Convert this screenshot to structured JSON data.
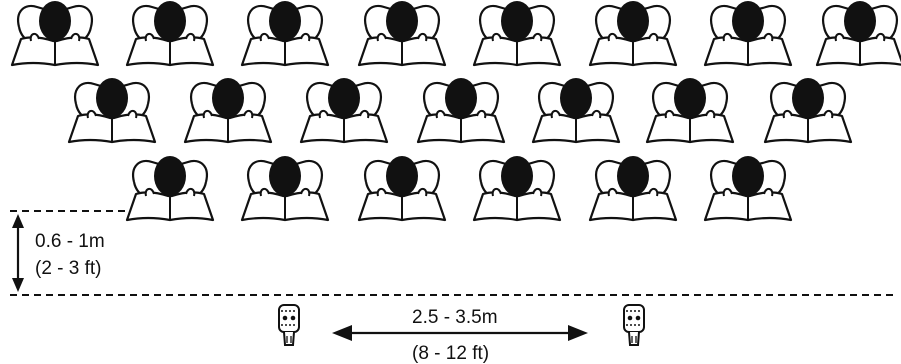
{
  "figure": {
    "rows": [
      {
        "name": "back-row",
        "singers": 8
      },
      {
        "name": "middle-row",
        "singers": 7
      },
      {
        "name": "front-row",
        "singers": 6
      }
    ],
    "row_to_mic_distance": {
      "metric": "0.6 - 1m",
      "imperial": "(2 - 3 ft)"
    },
    "mic_spacing": {
      "metric": "2.5 - 3.5m",
      "imperial": "(8 - 12 ft)"
    },
    "microphones": 2,
    "colors": {
      "ink": "#111111",
      "background": "#ffffff"
    },
    "icons": [
      "singer-with-songbook-icon",
      "condenser-microphone-icon",
      "double-arrow-icon"
    ]
  }
}
